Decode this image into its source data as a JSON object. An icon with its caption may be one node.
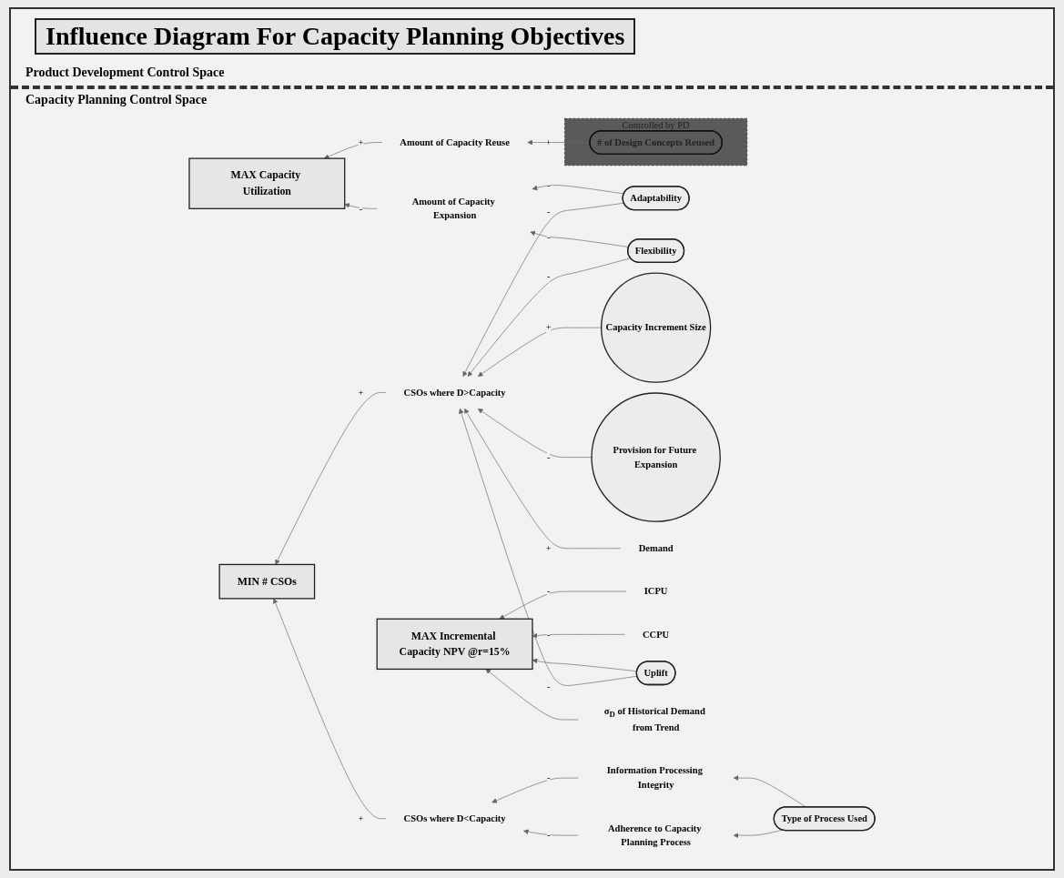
{
  "diagram": {
    "title": "Influence Diagram For Capacity Planning Objectives",
    "nodes": [
      {
        "text": [
          "Adaptability"
        ]
      },
      {
        "text": [
          "Flexibility"
        ]
      },
      {
        "text": [
          "Capacity Increment Size"
        ]
      },
      {
        "text": [
          "Provision for Future Expansion"
        ]
      },
      {
        "text": [
          "CSOs where D>Capacity"
        ]
      },
      {
        "text": [
          "MIN # CSOs"
        ]
      },
      {
        "text": [
          "Demand"
        ]
      },
      {
        "text": [
          "CSOs where D<Capacity"
        ]
      },
      {
        "text": [
          "Adherence to Capacity Planning Process"
        ]
      },
      {
        "text": [
          "ICPU"
        ]
      },
      {
        "text": [
          "Information Processing Integrity"
        ]
      },
      {
        "text": [
          "Type of Process Used"
        ]
      },
      {
        "text": [
          "MAX Incremental Capacity NPV @r=15%"
        ]
      },
      {
        "text": [
          "CCPU"
        ]
      },
      {
        "text": [
          "Uplift"
        ]
      },
      {
        "text": [
          "σ$_{D}$ of Historical Demand from Trend"
        ]
      },
      {
        "text": [
          "Controlled by PD"
        ]
      },
      {
        "text": [
          "# of Design Concepts Reused"
        ],
        "in": 16
      },
      {
        "text": [
          "Amount of Capacity Reuse"
        ]
      },
      {
        "text": [
          "MAX Capacity Utilization"
        ]
      },
      {
        "text": [
          "Amount of Capacity Expansion"
        ]
      }
    ],
    "edges": [
      {
        "from": 0,
        "to": 4,
        "arrow": "to",
        "label": "-"
      },
      {
        "from": 1,
        "to": 4,
        "arrow": "to",
        "label": "-"
      },
      {
        "from": 2,
        "to": 4,
        "arrow": "to",
        "label": "+"
      },
      {
        "from": 3,
        "to": 4,
        "arrow": "to",
        "label": "-"
      },
      {
        "from": 6,
        "to": 4,
        "arrow": "to",
        "label": "+"
      },
      {
        "from": 14,
        "to": 4,
        "arrow": "to",
        "label": "-"
      },
      {
        "from": 4,
        "to": 5,
        "arrow": "to",
        "label": "+"
      },
      {
        "from": 7,
        "to": 5,
        "arrow": "to",
        "label": "+"
      },
      {
        "from": 8,
        "to": 7,
        "arrow": "to",
        "label": "-"
      },
      {
        "from": 10,
        "to": 7,
        "arrow": "to",
        "label": "-"
      },
      {
        "from": 11,
        "to": 8,
        "arrow": "to"
      },
      {
        "from": 11,
        "to": 10,
        "arrow": "to"
      },
      {
        "from": 9,
        "to": 12,
        "arrow": "to",
        "label": "-"
      },
      {
        "from": 13,
        "to": 12,
        "arrow": "to",
        "label": "-"
      },
      {
        "from": 14,
        "to": 12,
        "arrow": "to"
      },
      {
        "from": 15,
        "to": 12,
        "arrow": "to"
      },
      {
        "from": 17,
        "to": 18,
        "arrow": "to",
        "label": "+"
      },
      {
        "from": 18,
        "to": 19,
        "arrow": "to",
        "label": "+"
      },
      {
        "from": 20,
        "to": 19,
        "arrow": "to",
        "label": "-"
      },
      {
        "from": 0,
        "to": 20,
        "arrow": "to",
        "label": "-"
      },
      {
        "from": 1,
        "to": 20,
        "arrow": "to",
        "label": "-"
      }
    ],
    "labels": [
      "Product Development Control Space",
      "Capacity Planning Control Space"
    ]
  }
}
